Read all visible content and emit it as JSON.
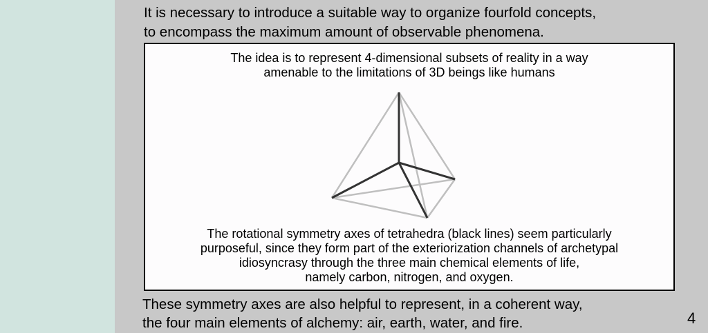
{
  "slide": {
    "intro_lines": [
      "It is necessary to introduce a suitable way to organize fourfold concepts,",
      "to encompass the maximum amount of observable phenomena."
    ],
    "box_top_lines": [
      "The idea is to represent  4-dimensional subsets of reality in a way",
      "amenable to the limitations of 3D beings like humans"
    ],
    "box_bottom_lines": [
      "The rotational symmetry axes of tetrahedra (black lines) seem particularly",
      "purposeful, since they form part of the exteriorization channels of archetypal",
      "idiosyncrasy through the three main chemical elements of life,",
      "namely carbon, nitrogen, and oxygen."
    ],
    "outro_lines": [
      "These symmetry axes are also helpful to represent, in a coherent way,",
      "the four main elements of alchemy: air, earth, water, and fire."
    ],
    "page_number": "4"
  },
  "colors": {
    "background": "#c8c8c8",
    "sidebar": "#d1e4df",
    "box_fill": "#fdfcfd",
    "edge_color": "#bfbfbf",
    "axis_color": "#333333"
  }
}
